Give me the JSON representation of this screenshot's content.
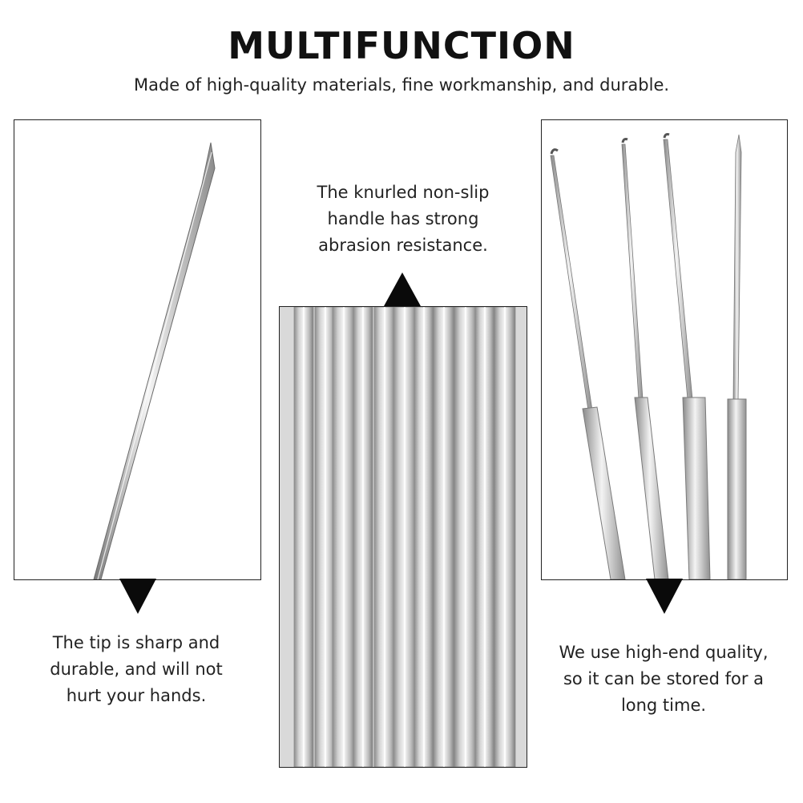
{
  "header": {
    "title": "MULTIFUNCTION",
    "subtitle": "Made of high-quality materials, fine workmanship, and durable."
  },
  "captions": {
    "left": [
      "The tip is sharp and",
      "durable, and will not",
      "hurt your hands."
    ],
    "center": [
      "The knurled non-slip",
      "handle has strong",
      "abrasion resistance."
    ],
    "right": [
      "We use high-end quality,",
      "so it can be stored for a",
      "long time."
    ]
  },
  "images": {
    "left": "needle-tip-closeup",
    "center": "knurled-handles-closeup",
    "right": "four-hook-needles"
  },
  "colors": {
    "text": "#222222",
    "arrow": "#0a0a0a",
    "metal_light": "#f2f2f2",
    "metal_dark": "#8a8a8a"
  }
}
